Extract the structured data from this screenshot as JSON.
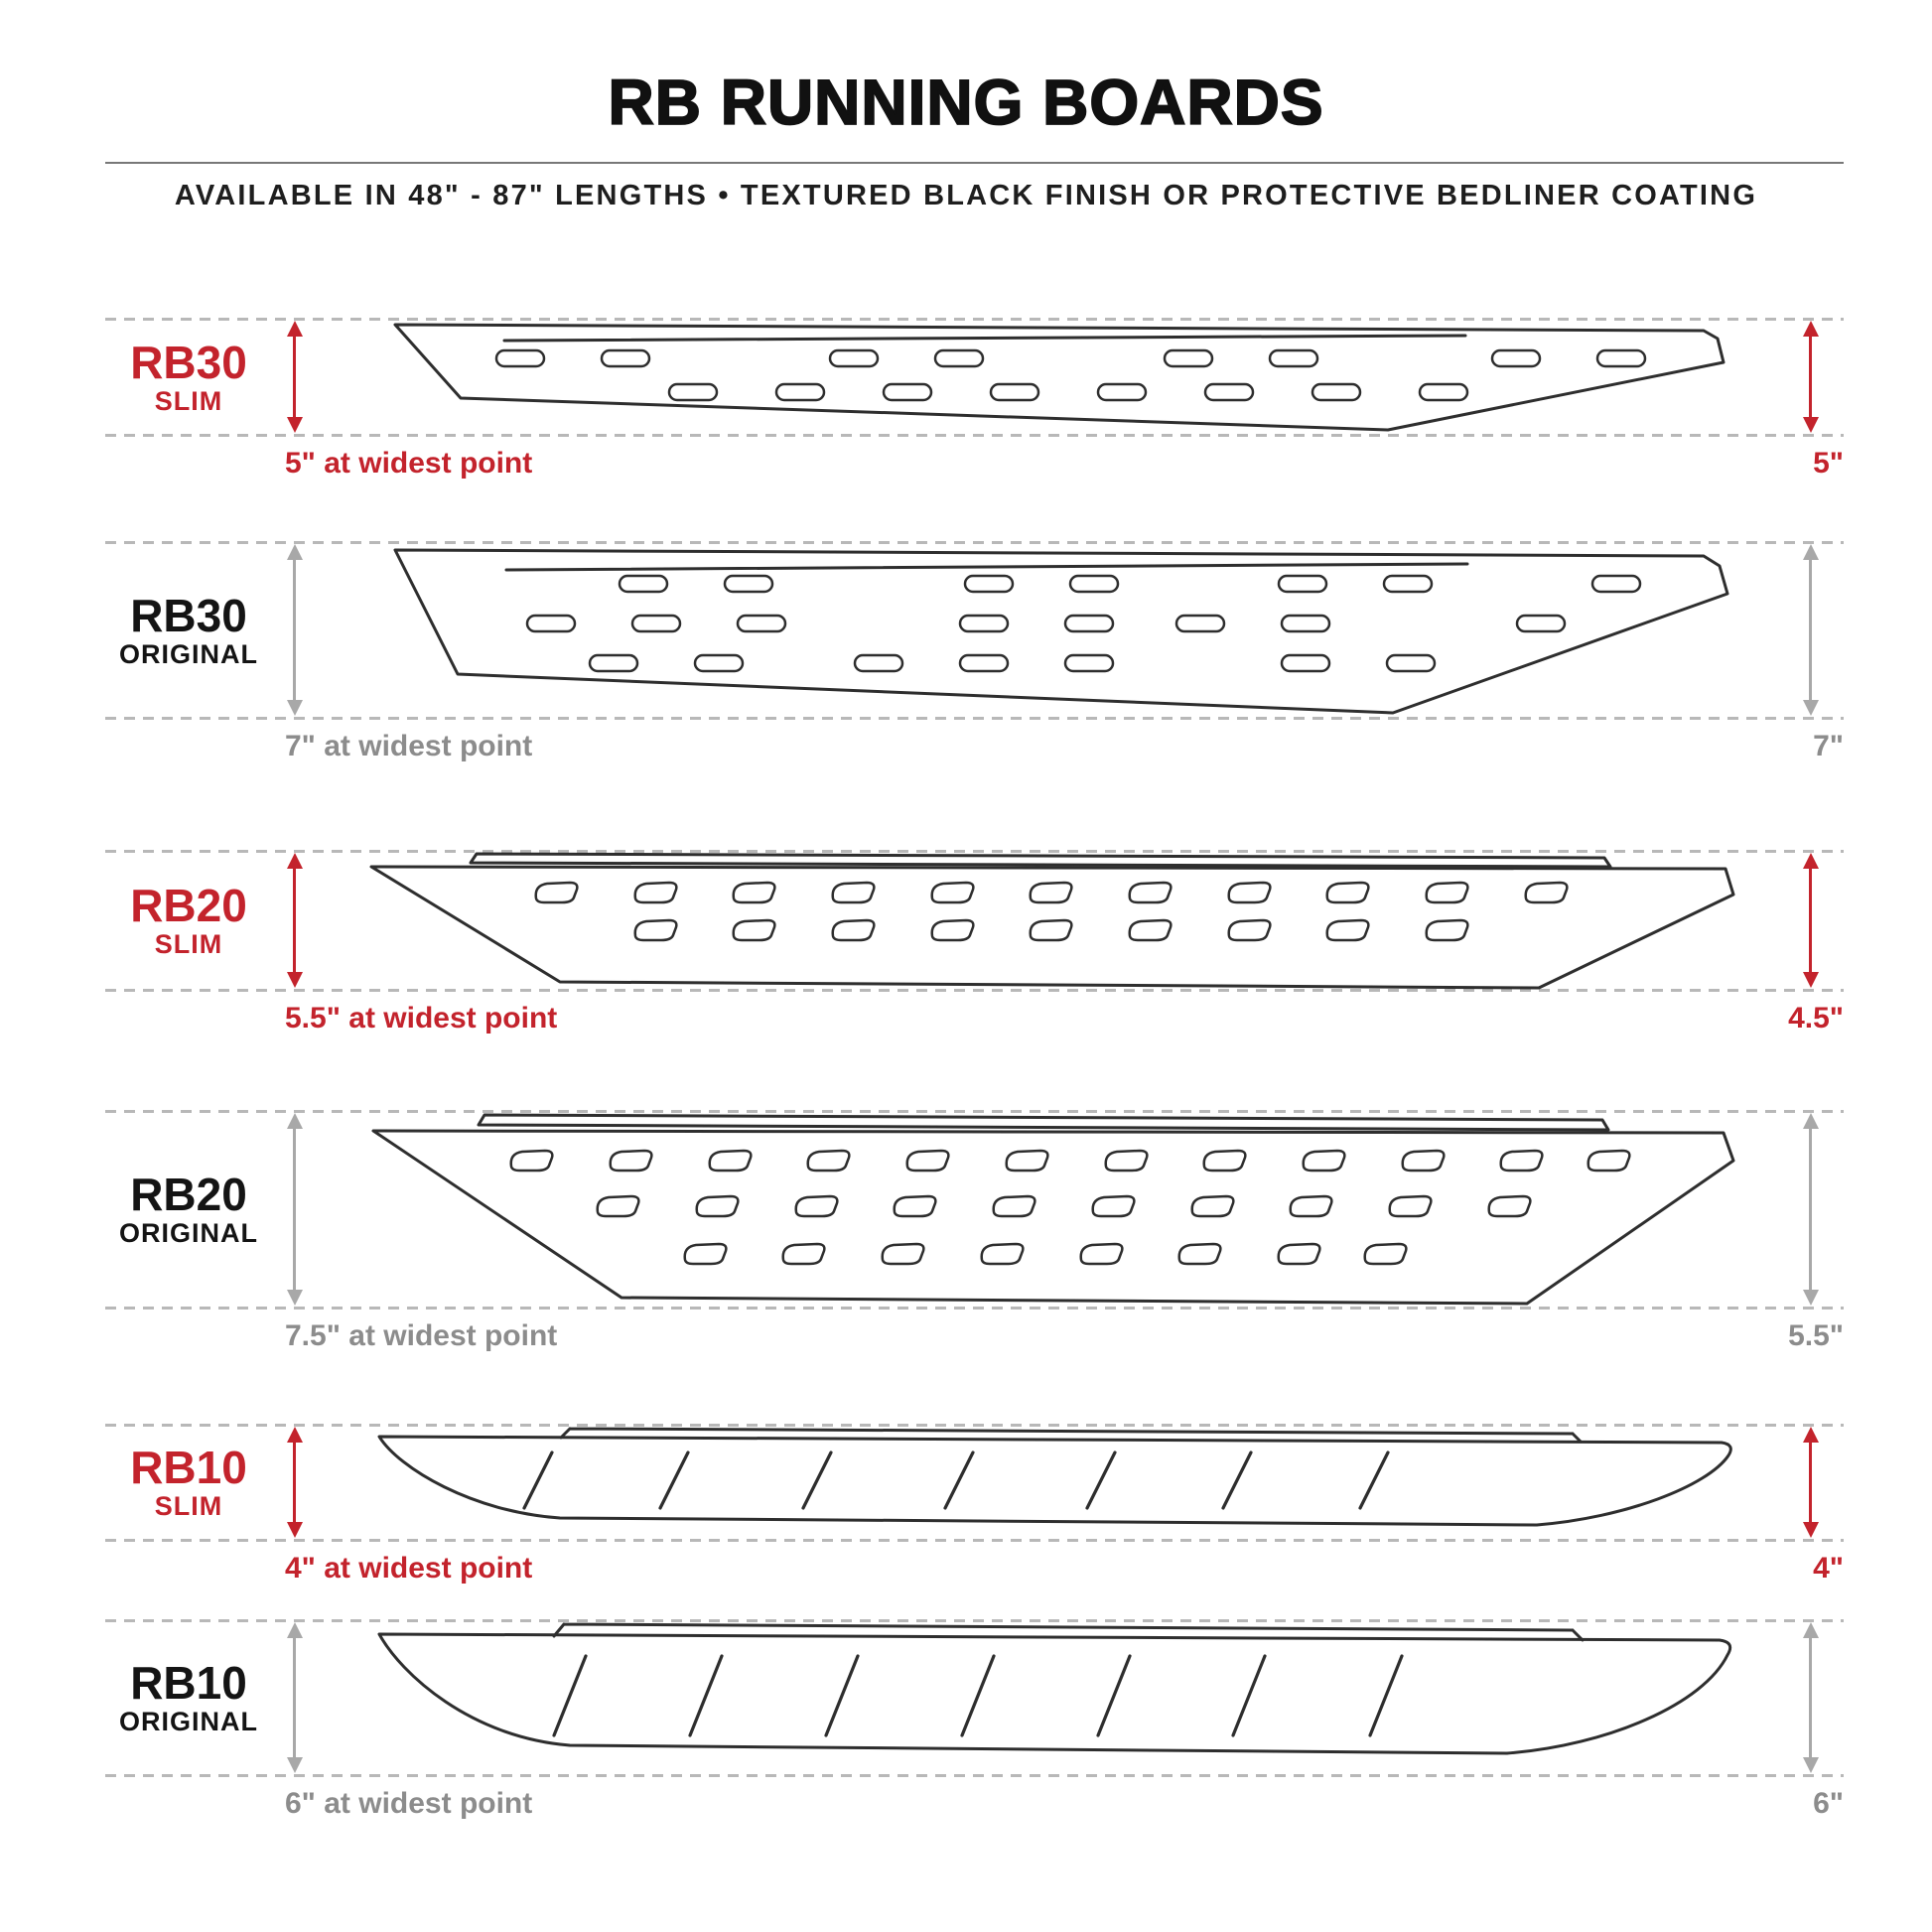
{
  "header": {
    "title": "RB RUNNING BOARDS",
    "subtitle": "AVAILABLE IN 48\" - 87\" LENGTHS  •  TEXTURED BLACK FINISH OR PROTECTIVE BEDLINER COATING"
  },
  "colors": {
    "accent_red": "#c3232c",
    "muted_gray": "#8c8c8c",
    "line_black": "#2e2e2e"
  },
  "rows": [
    {
      "model": "RB30",
      "variant": "SLIM",
      "left_caption": "5\" at widest point",
      "right_caption": "5\""
    },
    {
      "model": "RB30",
      "variant": "ORIGINAL",
      "left_caption": "7\" at widest point",
      "right_caption": "7\""
    },
    {
      "model": "RB20",
      "variant": "SLIM",
      "left_caption": "5.5\" at widest point",
      "right_caption": "4.5\""
    },
    {
      "model": "RB20",
      "variant": "ORIGINAL",
      "left_caption": "7.5\" at widest point",
      "right_caption": "5.5\""
    },
    {
      "model": "RB10",
      "variant": "SLIM",
      "left_caption": "4\" at widest point",
      "right_caption": "4\""
    },
    {
      "model": "RB10",
      "variant": "ORIGINAL",
      "left_caption": "6\" at widest point",
      "right_caption": "6\""
    }
  ]
}
